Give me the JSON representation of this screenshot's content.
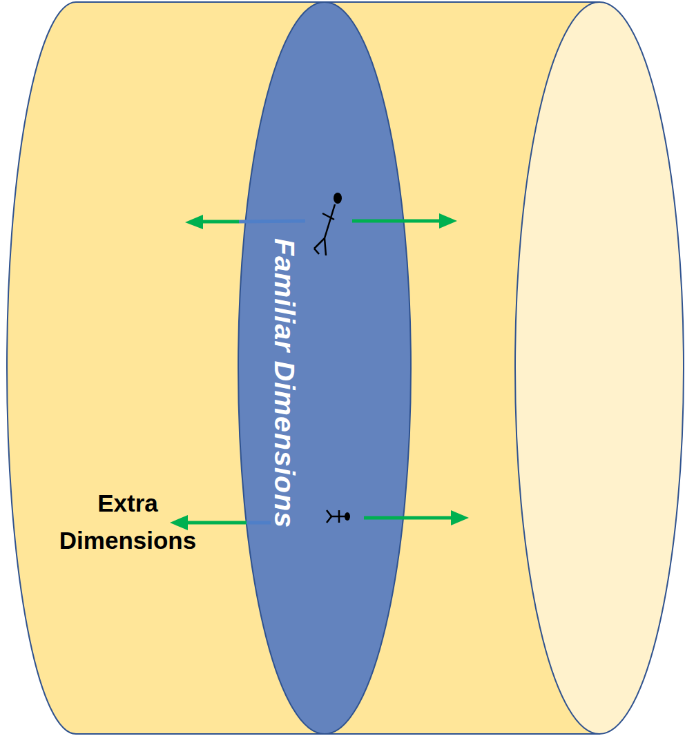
{
  "diagram": {
    "nodes": [
      {
        "text": [
          "Extra Dimensions"
        ]
      },
      {
        "text": [
          "Familiar Dimensions"
        ],
        "in": 0
      }
    ]
  }
}
